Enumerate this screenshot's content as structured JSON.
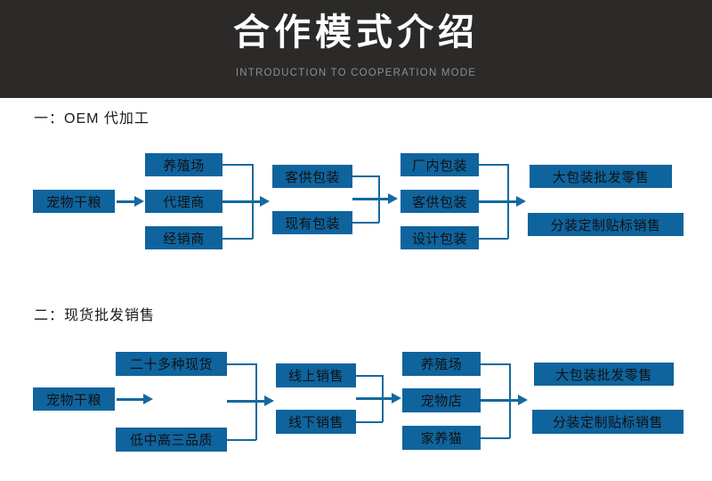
{
  "banner": {
    "title": "合作模式介绍",
    "subtitle": "INTRODUCTION TO COOPERATION MODE",
    "background_color": "#2b2a29",
    "title_color": "#ffffff",
    "subtitle_color": "#8e8e8e"
  },
  "theme": {
    "node_fill": "#0f649e",
    "connector_color": "#15699e",
    "page_background": "#ffffff",
    "heading_color": "#1a1a1a"
  },
  "sections": [
    {
      "heading": "一：OEM 代加工",
      "columns": [
        {
          "name": "source",
          "nodes": [
            "宠物干粮"
          ]
        },
        {
          "name": "channel",
          "nodes": [
            "养殖场",
            "代理商",
            "经销商"
          ]
        },
        {
          "name": "packaging-source",
          "nodes": [
            "客供包装",
            "现有包装"
          ]
        },
        {
          "name": "packaging-type",
          "nodes": [
            "厂内包装",
            "客供包装",
            "设计包装"
          ]
        },
        {
          "name": "sales-mode",
          "nodes": [
            "大包装批发零售",
            "分装定制贴标销售"
          ]
        }
      ]
    },
    {
      "heading": "二：现货批发销售",
      "columns": [
        {
          "name": "source",
          "nodes": [
            "宠物干粮"
          ]
        },
        {
          "name": "stock",
          "nodes": [
            "二十多种现货",
            "低中高三品质"
          ]
        },
        {
          "name": "sales-channel",
          "nodes": [
            "线上销售",
            "线下销售"
          ]
        },
        {
          "name": "customer",
          "nodes": [
            "养殖场",
            "宠物店",
            "家养猫"
          ]
        },
        {
          "name": "sales-mode",
          "nodes": [
            "大包装批发零售",
            "分装定制贴标销售"
          ]
        }
      ]
    }
  ]
}
